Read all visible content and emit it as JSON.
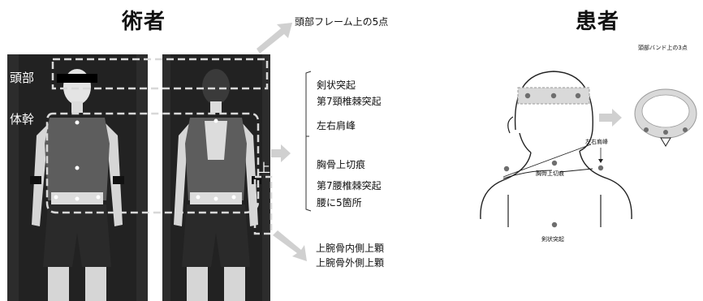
{
  "titles": {
    "operator": "術者",
    "patient": "患者"
  },
  "photo_labels": {
    "head": "頭部",
    "trunk": "体幹",
    "upper_arm": "上腕"
  },
  "annotations": {
    "head_frame": "頭部フレーム上の5点",
    "trunk_markers": [
      "剣状突起",
      "第7頸椎棘突起",
      "左右肩峰",
      "胸骨上切痕",
      "第7腰椎棘突起",
      "腰に5箇所"
    ],
    "arm_markers": [
      "上腕骨内側上顆",
      "上腕骨外側上顆"
    ]
  },
  "patient_diagram": {
    "head_band": "頭部バンド上の3点",
    "acromion": "左右肩峰",
    "sternal_notch": "胸骨上切痕",
    "xiphoid": "剣状突起"
  },
  "colors": {
    "arrow_fill": "#d0d0d0",
    "marker": "#6e6e6e",
    "dashed": "#d8d8d8",
    "band": "#d9d9d9"
  }
}
